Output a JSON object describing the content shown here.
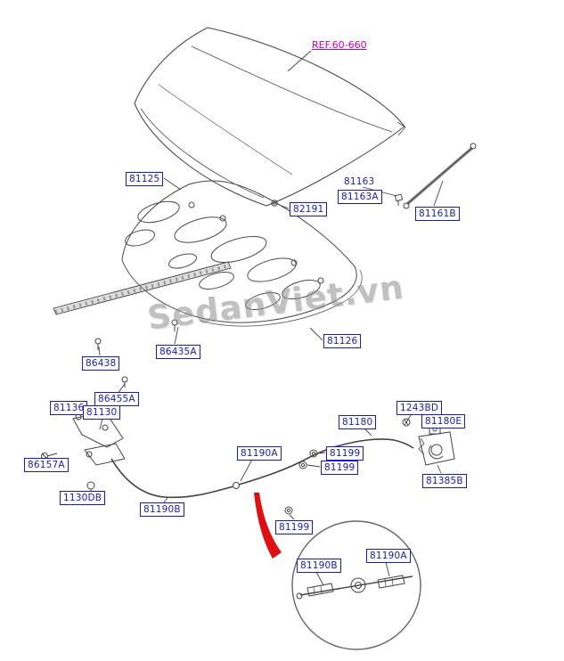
{
  "page": {
    "background": "#ffffff"
  },
  "ref": {
    "text": "REF.60-660"
  },
  "watermark": {
    "text": "SedanViet.vn"
  },
  "colors": {
    "label_blue": "#1b1bb3",
    "ref_magenta": "#c000c0",
    "arrow_red": "#dd1111",
    "line_gray": "#444444",
    "watermark_gray": "#8f8f8f"
  },
  "labels": [
    {
      "text": "81125"
    },
    {
      "text": "81163"
    },
    {
      "text": "81163A"
    },
    {
      "text": "82191"
    },
    {
      "text": "81161B"
    },
    {
      "text": "86435A"
    },
    {
      "text": "81126"
    },
    {
      "text": "86438"
    },
    {
      "text": "86455A"
    },
    {
      "text": "81136"
    },
    {
      "text": "81130"
    },
    {
      "text": "86157A"
    },
    {
      "text": "1130DB"
    },
    {
      "text": "81190B"
    },
    {
      "text": "81190A"
    },
    {
      "text": "81199"
    },
    {
      "text": "81199"
    },
    {
      "text": "81199"
    },
    {
      "text": "81180"
    },
    {
      "text": "1243BD"
    },
    {
      "text": "81180E"
    },
    {
      "text": "81385B"
    },
    {
      "text": "81190B"
    },
    {
      "text": "81190A"
    }
  ]
}
